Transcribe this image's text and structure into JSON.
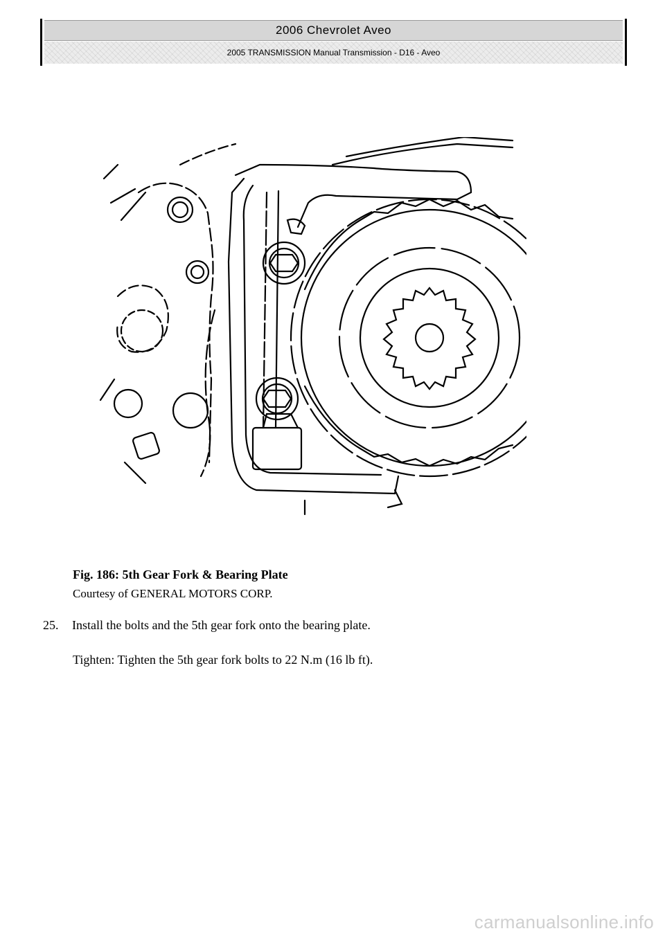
{
  "header": {
    "title": "2006 Chevrolet Aveo",
    "subtitle": "2005 TRANSMISSION Manual Transmission - D16 - Aveo"
  },
  "figure": {
    "caption_title": "Fig. 186: 5th Gear Fork & Bearing Plate",
    "caption_credit": "Courtesy of GENERAL MOTORS CORP."
  },
  "step": {
    "number": "25.",
    "text": "Install the bolts and the 5th gear fork onto the bearing plate."
  },
  "tighten": "Tighten: Tighten the 5th gear fork bolts to 22 N.m (16 lb ft).",
  "watermark": "carmanualsonline.info"
}
